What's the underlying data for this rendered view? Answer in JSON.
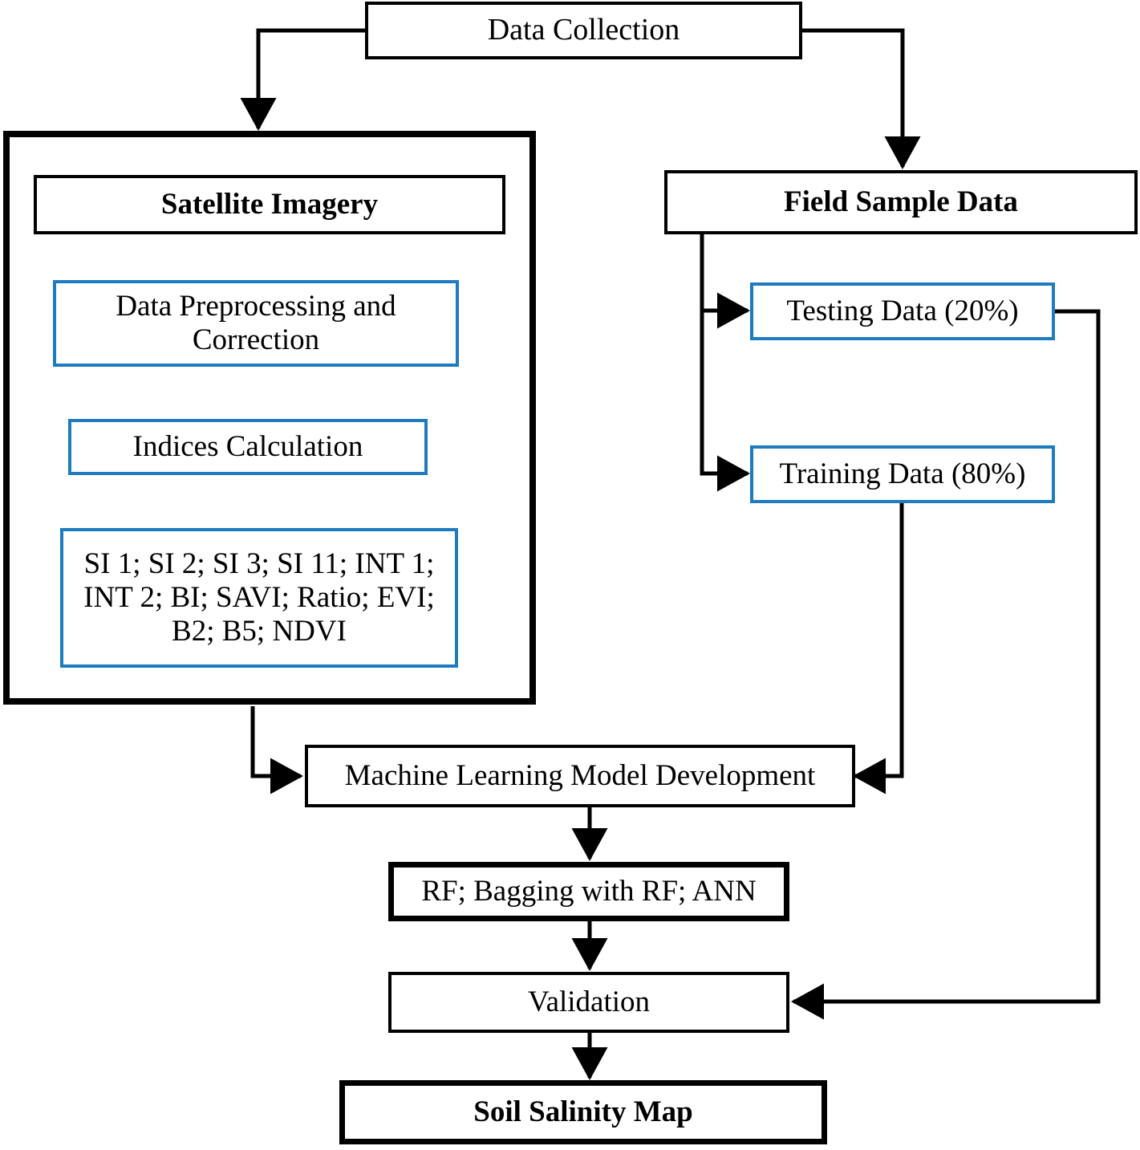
{
  "diagram": {
    "title": "Soil Salinity Mapping Workflow",
    "colors": {
      "outline": "#000000",
      "accent_blue": "#1f7bc0",
      "background": "#ffffff"
    },
    "nodes": {
      "data_collection": "Data Collection",
      "satellite_imagery": "Satellite Imagery",
      "data_preprocessing": "Data Preprocessing and Correction",
      "indices_calculation": "Indices Calculation",
      "indices_list": "SI 1; SI 2; SI 3; SI 11; INT 1; INT 2; BI; SAVI; Ratio; EVI; B2; B5; NDVI",
      "field_sample_data": "Field Sample Data",
      "testing_data": "Testing Data (20%)",
      "training_data": "Training Data (80%)",
      "ml_model_development": "Machine Learning Model Development",
      "models": "RF; Bagging with RF; ANN",
      "validation": "Validation",
      "soil_salinity_map": "Soil Salinity Map"
    },
    "edges": [
      {
        "from": "data_collection",
        "to": "satellite_imagery_group"
      },
      {
        "from": "data_collection",
        "to": "field_sample_data"
      },
      {
        "from": "satellite_imagery",
        "to": "data_preprocessing"
      },
      {
        "from": "data_preprocessing",
        "to": "indices_calculation"
      },
      {
        "from": "indices_calculation",
        "to": "indices_list"
      },
      {
        "from": "field_sample_data",
        "to": "testing_data"
      },
      {
        "from": "field_sample_data",
        "to": "training_data"
      },
      {
        "from": "satellite_imagery_group",
        "to": "ml_model_development"
      },
      {
        "from": "training_data",
        "to": "ml_model_development"
      },
      {
        "from": "ml_model_development",
        "to": "models"
      },
      {
        "from": "models",
        "to": "validation"
      },
      {
        "from": "testing_data",
        "to": "validation"
      },
      {
        "from": "validation",
        "to": "soil_salinity_map"
      }
    ]
  }
}
